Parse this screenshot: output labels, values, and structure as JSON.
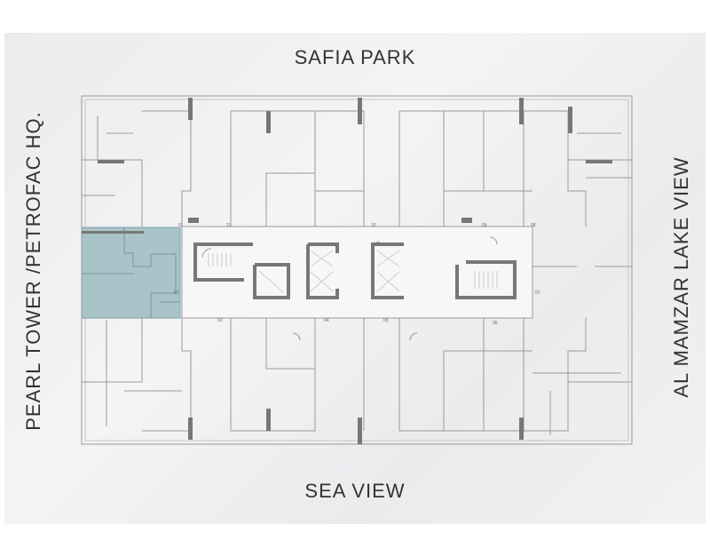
{
  "orientation_labels": {
    "top": "SAFIA PARK",
    "bottom": "SEA VIEW",
    "left": "PEARL TOWER /PETROFAC HQ.",
    "right": "AL MAMZAR LAKE VIEW"
  },
  "units": [
    "01",
    "02",
    "03",
    "04",
    "05",
    "06",
    "07",
    "08",
    "09",
    "10",
    "11"
  ],
  "highlighted_unit": "02",
  "colors": {
    "highlight": "#a9c4c8",
    "wall": "#777777",
    "line": "#9a9a9a"
  }
}
